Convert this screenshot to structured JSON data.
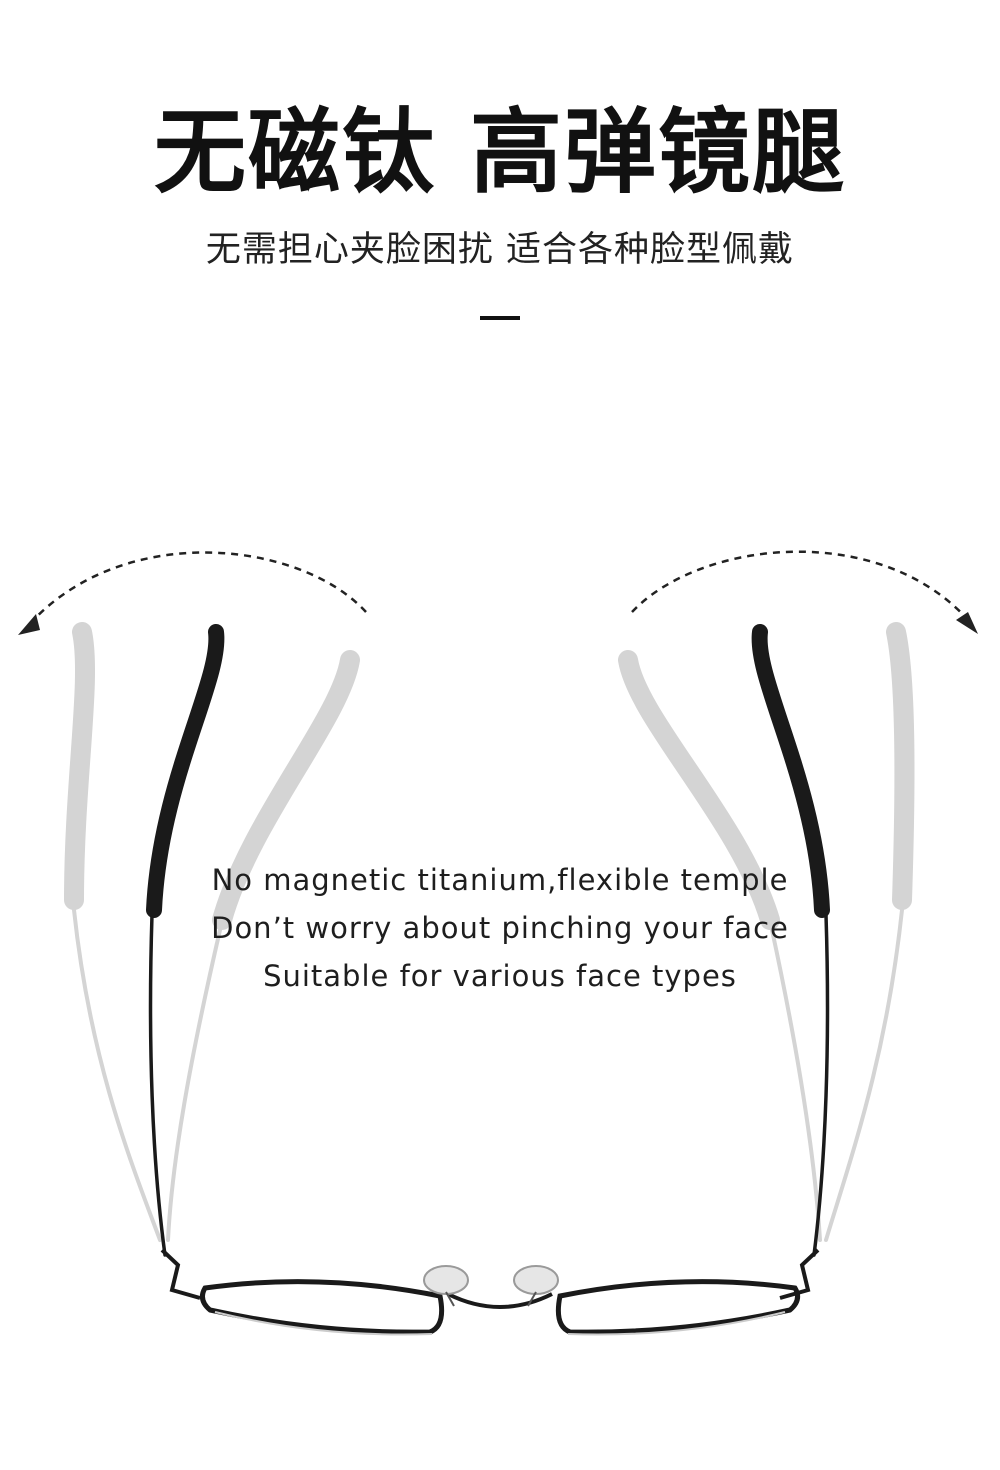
{
  "header": {
    "title": "无磁钛 高弹镜腿",
    "subtitle": "无需担心夹脸困扰 适合各种脸型佩戴"
  },
  "caption": {
    "lines": [
      "No magnetic titanium,flexible temple",
      "Don’t worry about pinching your face",
      "Suitable for various face types"
    ]
  },
  "illustration": {
    "subject": "glasses-top-view",
    "colors": {
      "frame": "#1a1a1a",
      "ghost_temple": "#d4d4d4",
      "nose_pad": "#e6e6e6",
      "arrow": "#222222"
    }
  }
}
